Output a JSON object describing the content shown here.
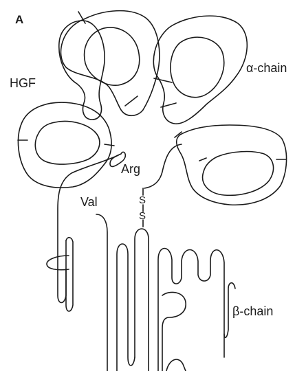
{
  "panel_label": "A",
  "protein_label": "HGF",
  "alpha_chain_label": "α-chain",
  "beta_chain_label": "β-chain",
  "cleavage_residue": "Arg",
  "n_terminal_residue": "Val",
  "disulfide_s1": "S",
  "disulfide_s2": "S"
}
